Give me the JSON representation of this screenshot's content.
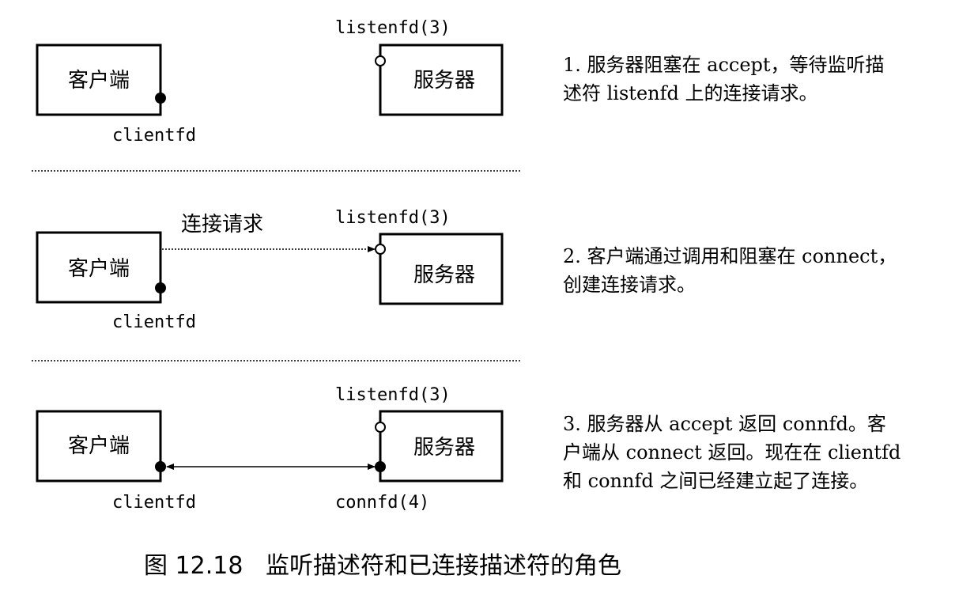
{
  "panels": [
    {
      "client_label": "客户端",
      "server_label": "服务器",
      "listen_label": "listenfd(3)",
      "client_fd_label": "clientfd",
      "arrow_label": "",
      "conn_label": "",
      "caption_lines": [
        "1. 服务器阻塞在 accept，等待监听描",
        "述符 listenfd 上的连接请求。"
      ]
    },
    {
      "client_label": "客户端",
      "server_label": "服务器",
      "listen_label": "listenfd(3)",
      "client_fd_label": "clientfd",
      "arrow_label": "连接请求",
      "conn_label": "",
      "caption_lines": [
        "2. 客户端通过调用和阻塞在 connect，",
        "创建连接请求。"
      ]
    },
    {
      "client_label": "客户端",
      "server_label": "服务器",
      "listen_label": "listenfd(3)",
      "client_fd_label": "clientfd",
      "arrow_label": "",
      "conn_label": "connfd(4)",
      "caption_lines": [
        "3. 服务器从 accept 返回 connfd。客",
        "户端从 connect 返回。现在在 clientfd",
        "和 connfd 之间已经建立起了连接。"
      ]
    }
  ],
  "figure_title": "图 12.18   监听描述符和已连接描述符的角色"
}
